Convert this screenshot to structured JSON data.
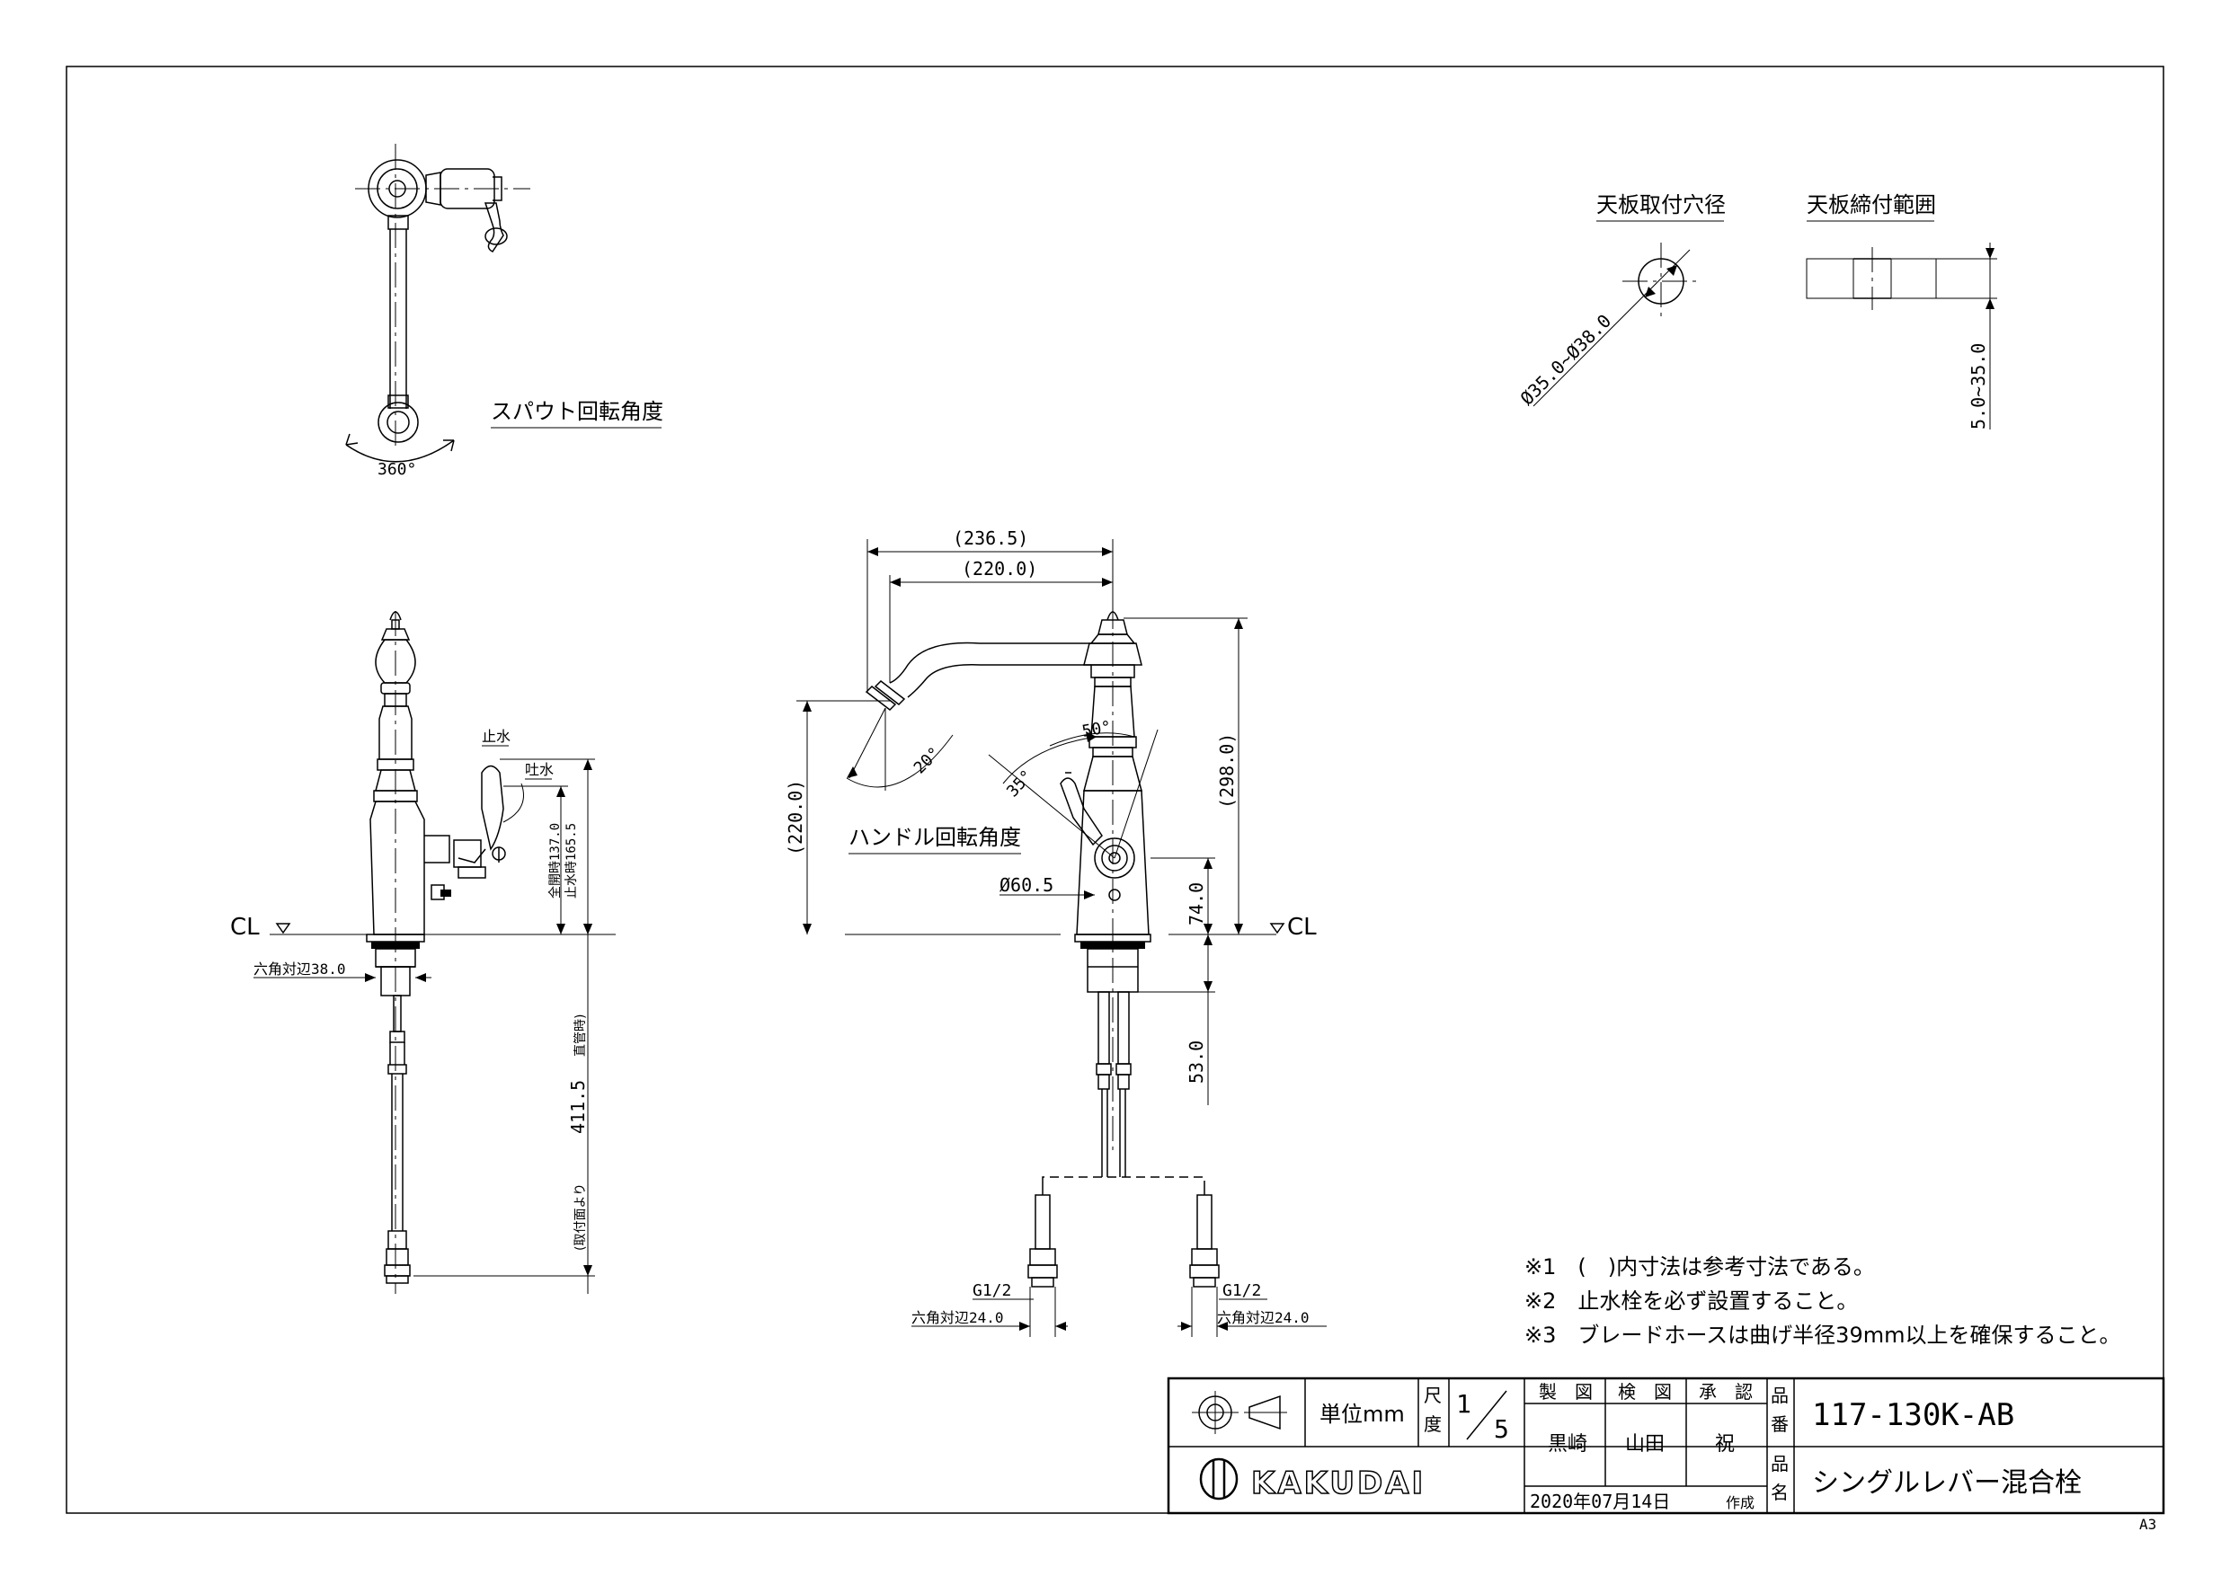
{
  "views": {
    "top": {
      "label": "スパウト回転角度",
      "angle": "360°"
    },
    "holes": {
      "hole_label": "天板取付穴径",
      "hole_dim": "Ø35.0~Ø38.0",
      "thickness_label": "天板締付範囲",
      "thickness_dim": "5.0~35.0"
    },
    "side": {
      "cl": "CL",
      "stop_label": "止水",
      "spout_label": "吐水",
      "dim_full_open": "全開時137.0",
      "dim_stop": "止水時165.5",
      "dim_hex": "六角対辺38.0",
      "dim_length": "411.5",
      "dim_length_prefix": "(取付面より",
      "dim_length_suffix": "直管時)"
    },
    "front": {
      "cl": "CL",
      "dim_reach_outer": "(236.5)",
      "dim_reach_inner": "(220.0)",
      "dim_height_total": "(298.0)",
      "dim_height_spout": "(220.0)",
      "angle_spout": "20°",
      "angle_handle_a": "50°",
      "angle_handle_b": "35°",
      "handle_label": "ハンドル回転角度",
      "dim_base": "Ø60.5",
      "dim_74": "74.0",
      "dim_53": "53.0",
      "conn_left": "G1/2",
      "conn_right": "G1/2",
      "hex_left": "六角対辺24.0",
      "hex_right": "六角対辺24.0"
    }
  },
  "notes": [
    "※1　(　)内寸法は参考寸法である。",
    "※2　止水栓を必ず設置すること。",
    "※3　ブレードホースは曲げ半径39mm以上を確保すること。"
  ],
  "title_block": {
    "unit": "単位mm",
    "scale_label_1": "尺",
    "scale_label_2": "度",
    "scale_num": "1",
    "scale_den": "5",
    "made_label": "製　図",
    "check_label": "検　図",
    "approve_label": "承　認",
    "made_by": "黒崎",
    "checked_by": "山田",
    "approved_by": "祝",
    "date": "2020年07月14日",
    "date_suffix": "作成",
    "part_label_1": "品",
    "part_label_2": "番",
    "name_label_1": "品",
    "name_label_2": "名",
    "part_number": "117-130K-AB",
    "product_name": "シングルレバー混合栓",
    "brand": "KAKUDAI",
    "sheet_size": "A3"
  }
}
